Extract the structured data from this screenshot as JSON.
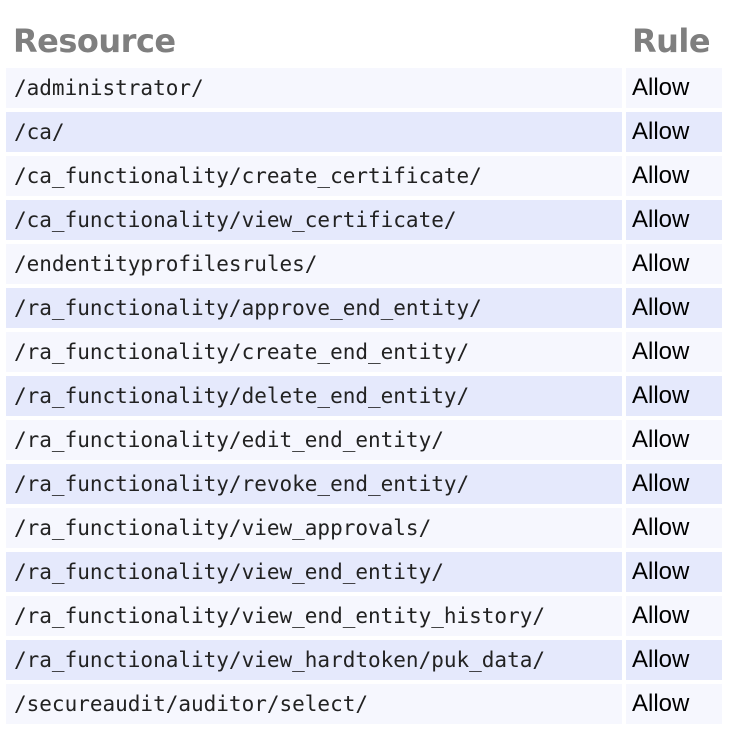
{
  "table": {
    "headers": {
      "resource": "Resource",
      "rule": "Rule"
    },
    "rows": [
      {
        "resource": "/administrator/",
        "rule": "Allow"
      },
      {
        "resource": "/ca/",
        "rule": "Allow"
      },
      {
        "resource": "/ca_functionality/create_certificate/",
        "rule": "Allow"
      },
      {
        "resource": "/ca_functionality/view_certificate/",
        "rule": "Allow"
      },
      {
        "resource": "/endentityprofilesrules/",
        "rule": "Allow"
      },
      {
        "resource": "/ra_functionality/approve_end_entity/",
        "rule": "Allow"
      },
      {
        "resource": "/ra_functionality/create_end_entity/",
        "rule": "Allow"
      },
      {
        "resource": "/ra_functionality/delete_end_entity/",
        "rule": "Allow"
      },
      {
        "resource": "/ra_functionality/edit_end_entity/",
        "rule": "Allow"
      },
      {
        "resource": "/ra_functionality/revoke_end_entity/",
        "rule": "Allow"
      },
      {
        "resource": "/ra_functionality/view_approvals/",
        "rule": "Allow"
      },
      {
        "resource": "/ra_functionality/view_end_entity/",
        "rule": "Allow"
      },
      {
        "resource": "/ra_functionality/view_end_entity_history/",
        "rule": "Allow"
      },
      {
        "resource": "/ra_functionality/view_hardtoken/puk_data/",
        "rule": "Allow"
      },
      {
        "resource": "/secureaudit/auditor/select/",
        "rule": "Allow"
      }
    ]
  }
}
